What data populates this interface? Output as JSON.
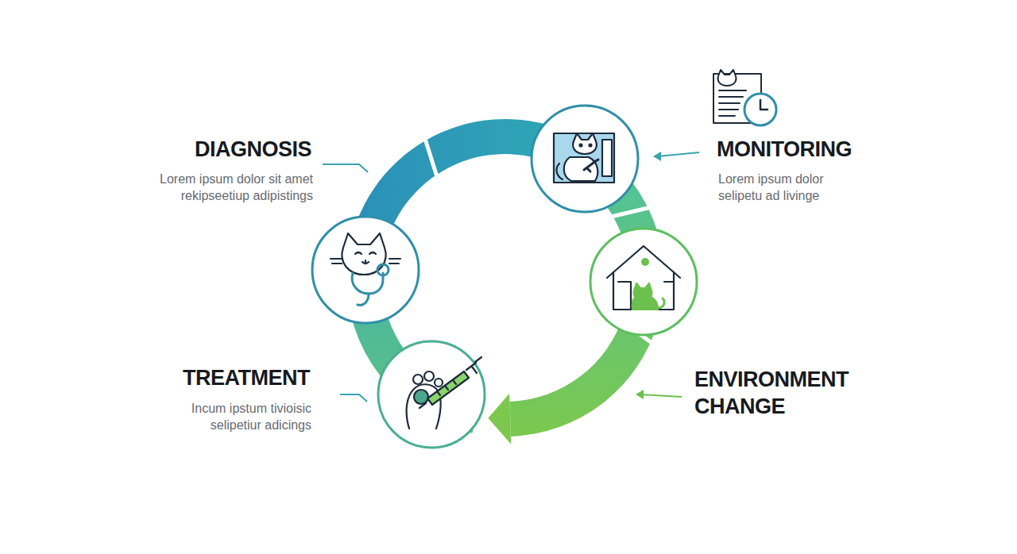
{
  "diagram": {
    "labels": [
      "DIAGNOSIS",
      "Lorem ipsum dolor sit amet rekipseetiup adipistings",
      "MONITORING",
      "Lorem ipsum dolor selipetu ad livinge",
      "TREATMENT",
      "Incum ipstum tivioisic selipetiur adicings",
      "ENVIRONMENT CHANGE"
    ]
  }
}
